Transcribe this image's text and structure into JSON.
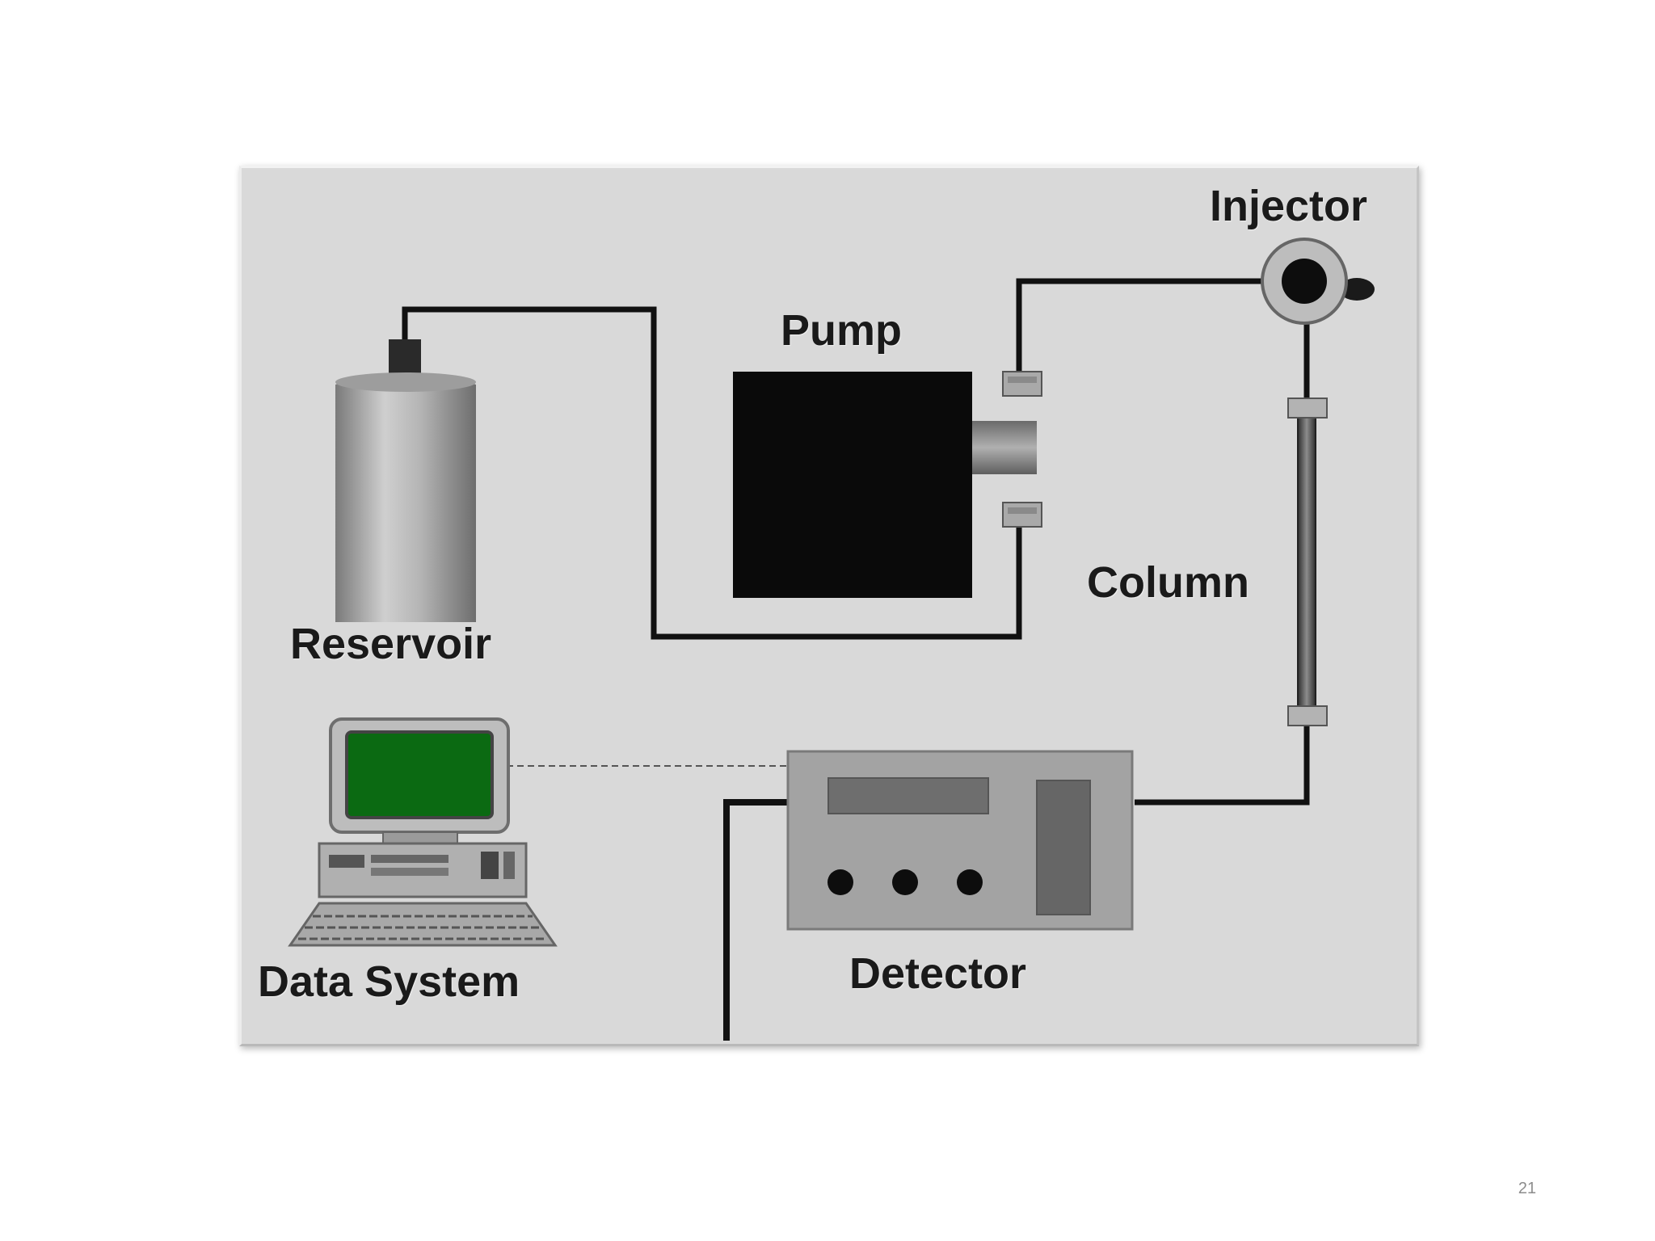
{
  "diagram": {
    "labels": {
      "injector": "Injector",
      "pump": "Pump",
      "reservoir": "Reservoir",
      "column": "Column",
      "detector": "Detector",
      "data_system": "Data System"
    },
    "colors": {
      "panel_background": "#d9d9d9",
      "tubing": "#111111",
      "pump_body": "#0a0a0a",
      "reservoir_body": "#a6a6a6",
      "detector_body": "#a3a3a3",
      "monitor_screen": "#0b6a12"
    }
  },
  "slide": {
    "page_number": "21"
  }
}
